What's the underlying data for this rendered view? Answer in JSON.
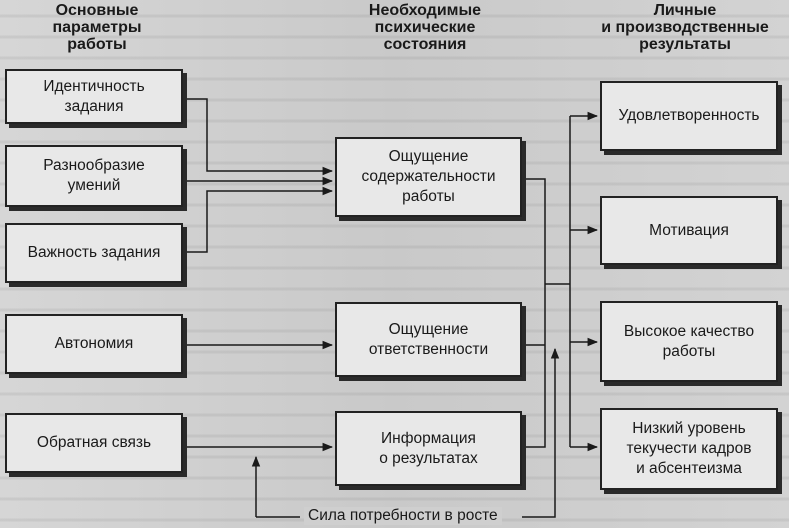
{
  "headers": {
    "params": "Основные\nпараметры\nработы",
    "states": "Необходимые\nпсихические\nсостояния",
    "results": "Личные\nи производственные\nрезультаты"
  },
  "params": [
    "Идентичность\nзадания",
    "Разнообразие\nумений",
    "Важность задания",
    "Автономия",
    "Обратная связь"
  ],
  "states": [
    "Ощущение\nсодержательности\nработы",
    "Ощущение\nответственности",
    "Информация\nо результатах"
  ],
  "results": [
    "Удовлетворенность",
    "Мотивация",
    "Высокое качество\nработы",
    "Низкий уровень\nтекучести кадров\nи абсентеизма"
  ],
  "moderator": "Сила потребности в росте"
}
